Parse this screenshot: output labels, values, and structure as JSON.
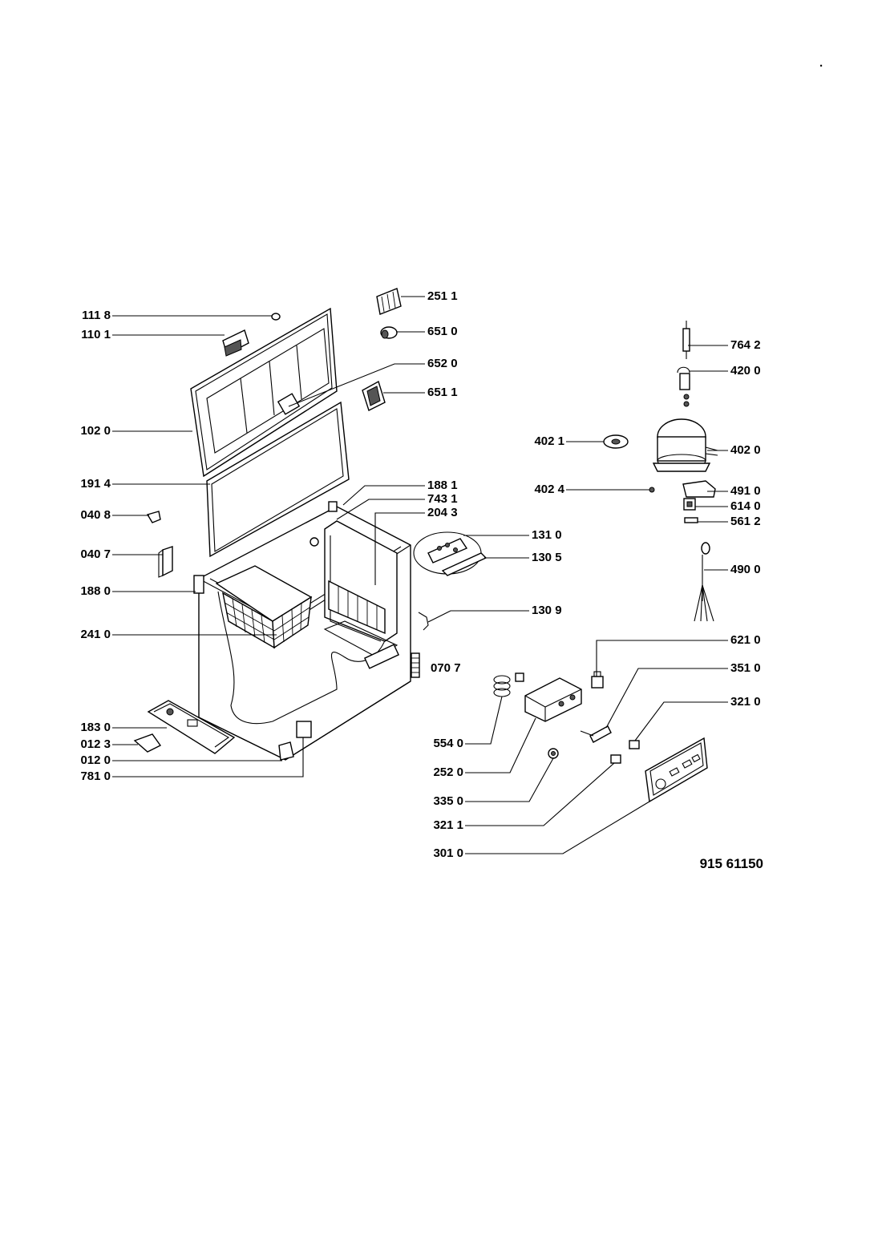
{
  "diagram_code": "915 61150",
  "corner_mark": ".",
  "part_labels": {
    "p1118": "111 8",
    "p1101": "110 1",
    "p1020": "102 0",
    "p1914": "191 4",
    "p0408": "040 8",
    "p0407": "040 7",
    "p1880": "188 0",
    "p2410": "241 0",
    "p1830": "183 0",
    "p0123": "012 3",
    "p0120": "012 0",
    "p7810": "781 0",
    "p2511": "251 1",
    "p6510": "651 0",
    "p6520": "652 0",
    "p6511": "651 1",
    "p1881": "188 1",
    "p7431": "743 1",
    "p2043": "204 3",
    "p1310": "131 0",
    "p1305": "130 5",
    "p1309": "130 9",
    "p0707": "070 7",
    "p7642": "764 2",
    "p4200": "420 0",
    "p4021": "402 1",
    "p4020": "402 0",
    "p4024": "402 4",
    "p4910": "491 0",
    "p6140": "614 0",
    "p5612": "561 2",
    "p4900": "490 0",
    "p6210": "621 0",
    "p3510": "351 0",
    "p3210": "321 0",
    "p5540": "554 0",
    "p2520": "252 0",
    "p3350": "335 0",
    "p3211": "321 1",
    "p3010": "301 0"
  }
}
